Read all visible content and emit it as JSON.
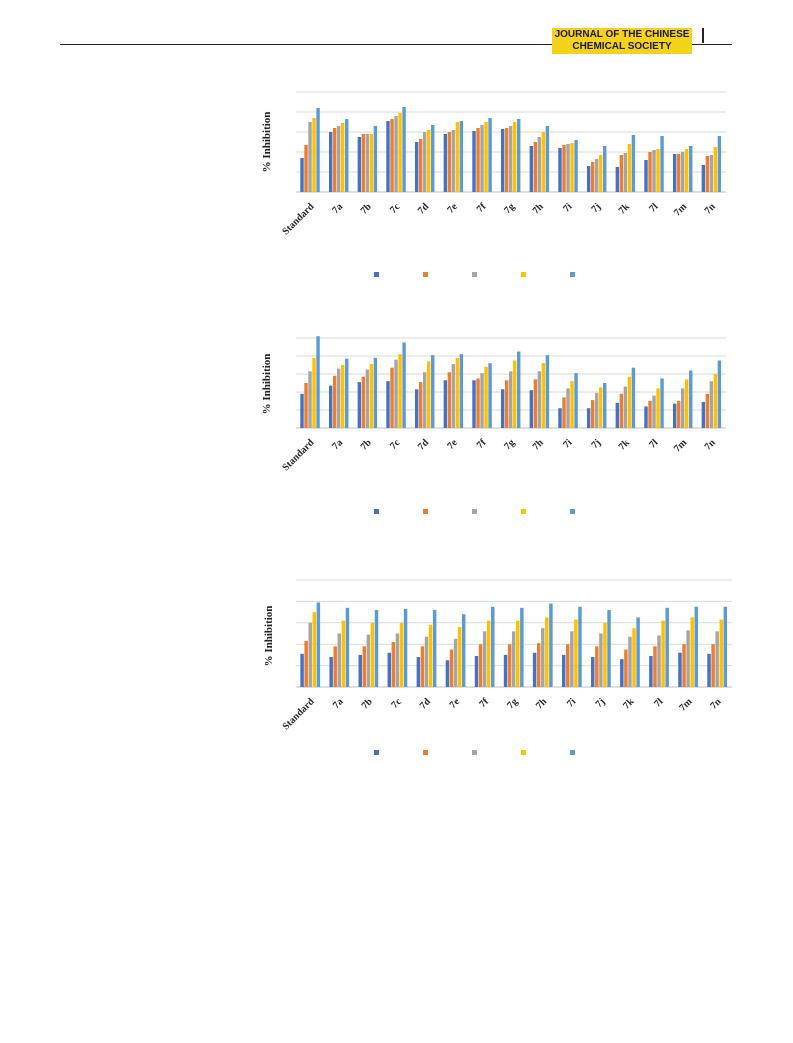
{
  "header": {
    "journal_line1": "JOURNAL OF THE CHINESE",
    "journal_line2": "CHEMICAL SOCIETY"
  },
  "colors": {
    "series": [
      "#4472c4",
      "#ed7d31",
      "#a5a5a5",
      "#ffc000",
      "#5b9bd5"
    ],
    "grid": "#d9d9d9"
  },
  "chart_data": [
    {
      "type": "bar",
      "ylabel": "% Inhibition",
      "categories": [
        "Standard",
        "7a",
        "7b",
        "7c",
        "7d",
        "7e",
        "7f",
        "7g",
        "7h",
        "7i",
        "7j",
        "7k",
        "7l",
        "7m",
        "7n"
      ],
      "ylim": [
        0,
        100
      ],
      "grid": true,
      "legend": "bottom",
      "series": [
        {
          "values": [
            34,
            60,
            55,
            71,
            50,
            58,
            61,
            63,
            46,
            44,
            26,
            25,
            32,
            38,
            27
          ]
        },
        {
          "values": [
            47,
            64,
            58,
            73,
            53,
            60,
            64,
            64,
            50,
            47,
            30,
            37,
            40,
            38,
            36
          ]
        },
        {
          "values": [
            70,
            66,
            58,
            76,
            60,
            62,
            67,
            66,
            55,
            48,
            33,
            39,
            42,
            40,
            37
          ]
        },
        {
          "values": [
            74,
            69,
            58,
            79,
            62,
            70,
            70,
            70,
            60,
            49,
            37,
            48,
            43,
            43,
            45
          ]
        },
        {
          "values": [
            84,
            73,
            66,
            85,
            67,
            71,
            74,
            73,
            66,
            52,
            46,
            57,
            56,
            46,
            56
          ]
        }
      ]
    },
    {
      "type": "bar",
      "ylabel": "% Inhibition",
      "categories": [
        "Standard",
        "7a",
        "7b",
        "7c",
        "7d",
        "7e",
        "7f",
        "7g",
        "7h",
        "7i",
        "7j",
        "7k",
        "7l",
        "7m",
        "7n"
      ],
      "ylim": [
        0,
        100
      ],
      "grid": true,
      "legend": "bottom",
      "series": [
        {
          "values": [
            38,
            47,
            51,
            52,
            43,
            53,
            53,
            43,
            42,
            22,
            22,
            28,
            24,
            27,
            29
          ]
        },
        {
          "values": [
            50,
            58,
            57,
            67,
            51,
            62,
            55,
            53,
            54,
            34,
            31,
            38,
            30,
            30,
            38
          ]
        },
        {
          "values": [
            63,
            66,
            65,
            76,
            62,
            71,
            61,
            63,
            63,
            44,
            39,
            46,
            36,
            44,
            52
          ]
        },
        {
          "values": [
            78,
            70,
            71,
            82,
            74,
            78,
            68,
            75,
            72,
            52,
            45,
            57,
            44,
            54,
            60
          ]
        },
        {
          "values": [
            102,
            77,
            78,
            95,
            81,
            82,
            72,
            85,
            81,
            61,
            50,
            67,
            55,
            64,
            75
          ]
        }
      ]
    },
    {
      "type": "bar",
      "ylabel": "% Inhibition",
      "categories": [
        "Standard",
        "7a",
        "7b",
        "7c",
        "7d",
        "7e",
        "7f",
        "7g",
        "7h",
        "7i",
        "7j",
        "7k",
        "7l",
        "7m",
        "7n"
      ],
      "ylim": [
        0,
        100
      ],
      "grid": true,
      "legend": "bottom",
      "series": [
        {
          "values": [
            31,
            28,
            30,
            32,
            28,
            25,
            29,
            30,
            32,
            30,
            28,
            26,
            29,
            32,
            31
          ]
        },
        {
          "values": [
            43,
            38,
            38,
            42,
            38,
            35,
            40,
            40,
            41,
            40,
            38,
            35,
            38,
            40,
            40
          ]
        },
        {
          "values": [
            60,
            50,
            49,
            50,
            47,
            45,
            52,
            52,
            55,
            52,
            50,
            47,
            48,
            53,
            52
          ]
        },
        {
          "values": [
            70,
            62,
            60,
            60,
            58,
            56,
            62,
            62,
            65,
            63,
            60,
            55,
            62,
            65,
            63
          ]
        },
        {
          "values": [
            79,
            74,
            72,
            73,
            72,
            68,
            75,
            74,
            78,
            75,
            72,
            65,
            74,
            75,
            75
          ]
        }
      ]
    }
  ]
}
